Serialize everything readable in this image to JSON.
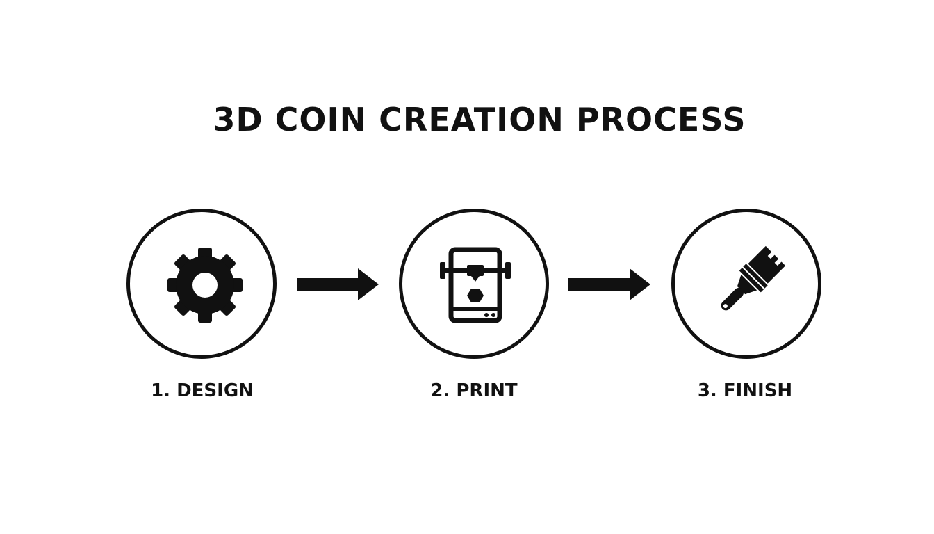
{
  "diagram": {
    "title": "3D COIN CREATION PROCESS",
    "steps": [
      {
        "label": "1. DESIGN",
        "icon": "gear-icon"
      },
      {
        "label": "2. PRINT",
        "icon": "3d-printer-icon"
      },
      {
        "label": "3. FINISH",
        "icon": "paintbrush-icon"
      }
    ],
    "connectors": [
      "arrow-right-icon",
      "arrow-right-icon"
    ],
    "colors": {
      "background": "#ffffff",
      "ink": "#111111"
    }
  }
}
